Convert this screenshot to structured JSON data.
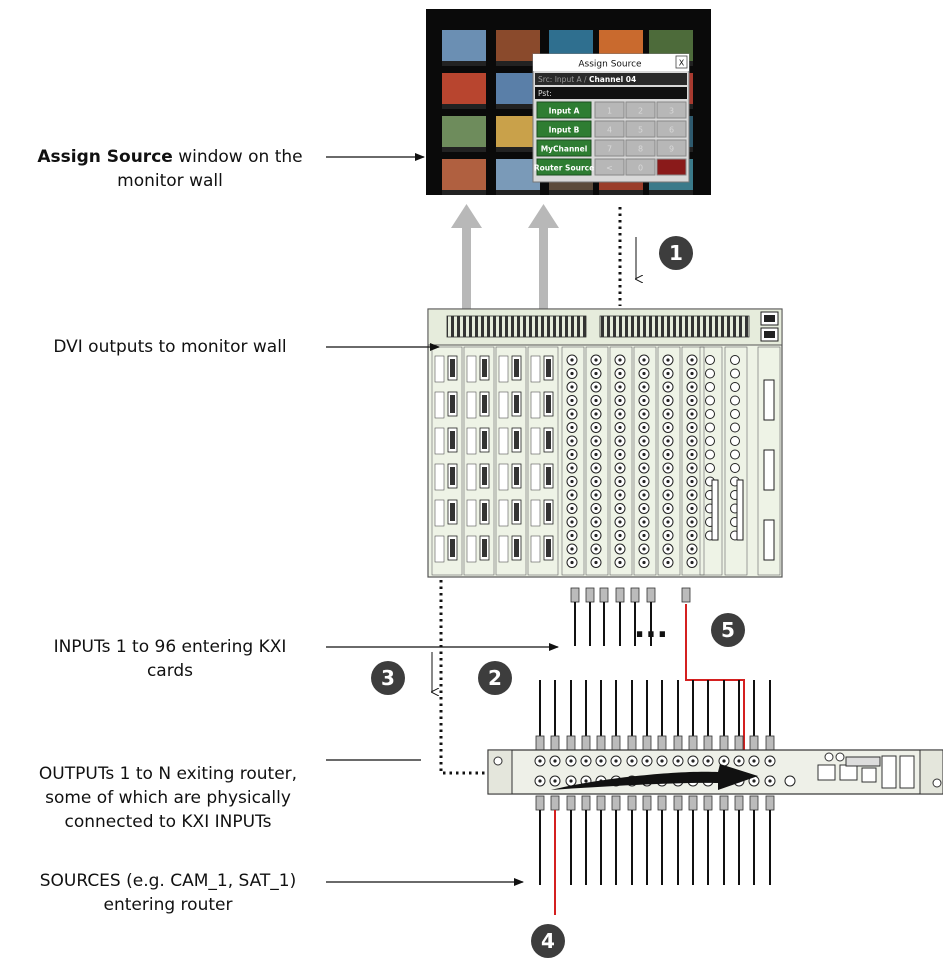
{
  "callouts": {
    "assign_source": {
      "bold": "Assign Source",
      "rest": " window on the",
      "line2": "monitor wall"
    },
    "dvi_outputs": {
      "line1": "DVI outputs to monitor wall"
    },
    "inputs": {
      "line1": "INPUTs 1 to 96 entering KXI",
      "line2": "cards"
    },
    "outputs": {
      "line1": "OUTPUTs 1 to N exiting router,",
      "line2": "some of which are physically",
      "line3": "connected to KXI INPUTs"
    },
    "sources": {
      "line1": "SOURCES (e.g. CAM_1, SAT_1)",
      "line2": "entering router"
    }
  },
  "step_badges": [
    "1",
    "2",
    "3",
    "4",
    "5"
  ],
  "ellipsis": "...",
  "assign_window": {
    "title": "Assign Source",
    "close": "X",
    "src_prefix": "Src: Input A / ",
    "src_channel": "Channel 04",
    "pst": "Pst:",
    "buttons": [
      "Input A",
      "Input B",
      "MyChannel",
      "Router Source"
    ],
    "keypad": [
      "1",
      "2",
      "3",
      "4",
      "5",
      "6",
      "7",
      "8",
      "9",
      "<",
      "0",
      ""
    ]
  },
  "colors": {
    "frame": "#111111",
    "window_green": "#2e7d32",
    "badge": "#3d3d3d",
    "red_cable": "#d42020",
    "arrow_gray": "#b8b8b8",
    "panel": "#eef3e6"
  }
}
